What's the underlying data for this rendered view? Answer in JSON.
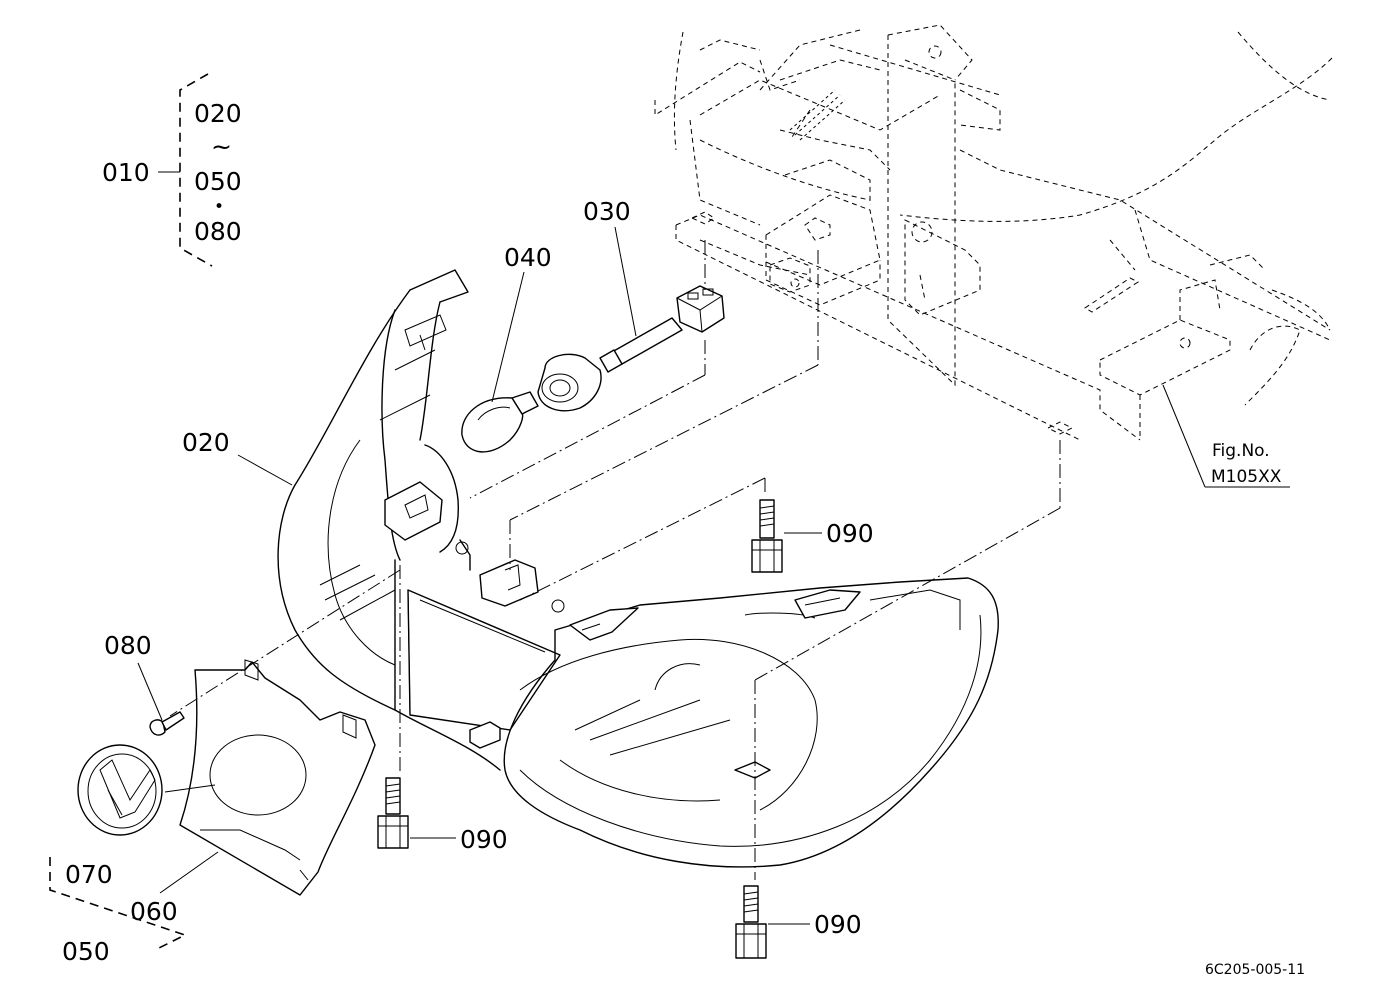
{
  "callouts": {
    "group_010": {
      "label": "010",
      "members": [
        "020",
        "050",
        "080"
      ],
      "range_mark": "~",
      "dot_mark": "•"
    },
    "group_050": {
      "label": "050"
    },
    "parts": [
      {
        "id": "part-020",
        "label": "020"
      },
      {
        "id": "part-030",
        "label": "030"
      },
      {
        "id": "part-040",
        "label": "040"
      },
      {
        "id": "part-060",
        "label": "060"
      },
      {
        "id": "part-070",
        "label": "070"
      },
      {
        "id": "part-080",
        "label": "080"
      },
      {
        "id": "part-090-a",
        "label": "090"
      },
      {
        "id": "part-090-b",
        "label": "090"
      },
      {
        "id": "part-090-c",
        "label": "090"
      }
    ]
  },
  "figure_ref": {
    "line1": "Fig.No.",
    "line2": "M105XX"
  },
  "drawing_number": "6C205-005-11"
}
